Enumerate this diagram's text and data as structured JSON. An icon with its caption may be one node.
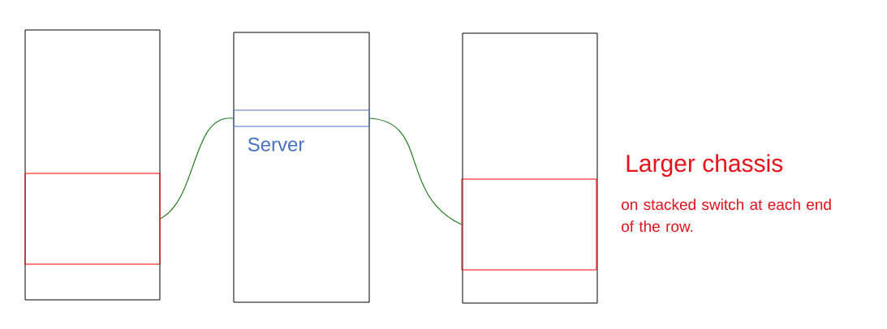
{
  "diagram": {
    "nodes": [
      {
        "text": [],
        "shape": "box"
      },
      {
        "text": [],
        "shape": "box"
      },
      {
        "text": [],
        "shape": "box"
      },
      {
        "text": [],
        "shape": "box",
        "in": 0
      },
      {
        "text": [],
        "shape": "box",
        "in": 1,
        "beside": [
          "Server"
        ]
      },
      {
        "text": [],
        "shape": "box",
        "in": 2
      }
    ],
    "edges": [
      {
        "from": 3,
        "to": 4,
        "arrow": "none"
      },
      {
        "from": 4,
        "to": 5,
        "arrow": "none"
      }
    ],
    "labels": [
      "Larger chassis",
      "on stacked switch at each end of the row."
    ]
  }
}
